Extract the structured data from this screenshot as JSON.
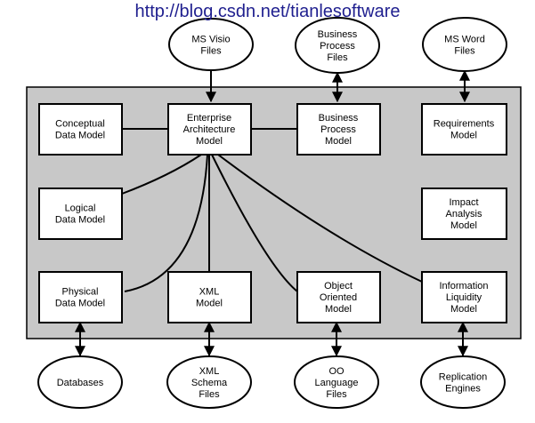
{
  "watermark": "http://blog.csdn.net/tianlesoftware",
  "nodes": {
    "conceptual": [
      "Conceptual",
      "Data Model"
    ],
    "enterprise": [
      "Enterprise",
      "Architecture",
      "Model"
    ],
    "bpm": [
      "Business",
      "Process",
      "Model"
    ],
    "requirements": [
      "Requirements",
      "Model"
    ],
    "logical": [
      "Logical",
      "Data Model"
    ],
    "impact": [
      "Impact",
      "Analysis",
      "Model"
    ],
    "physical": [
      "Physical",
      "Data Model"
    ],
    "xml": [
      "XML",
      "Model"
    ],
    "oo": [
      "Object",
      "Oriented",
      "Model"
    ],
    "liquidity": [
      "Information",
      "Liquidity",
      "Model"
    ]
  },
  "files": {
    "visio": [
      "MS Visio",
      "Files"
    ],
    "bpfiles": [
      "Business",
      "Process",
      "Files"
    ],
    "word": [
      "MS Word",
      "Files"
    ],
    "databases": [
      "Databases"
    ],
    "xmlschema": [
      "XML",
      "Schema",
      "Files"
    ],
    "oolang": [
      "OO",
      "Language",
      "Files"
    ],
    "replication": [
      "Replication",
      "Engines"
    ]
  },
  "colors": {
    "panel": "#c8c8c8",
    "box": "#ffffff",
    "stroke": "#000000",
    "watermark": "#1f1f8f"
  }
}
